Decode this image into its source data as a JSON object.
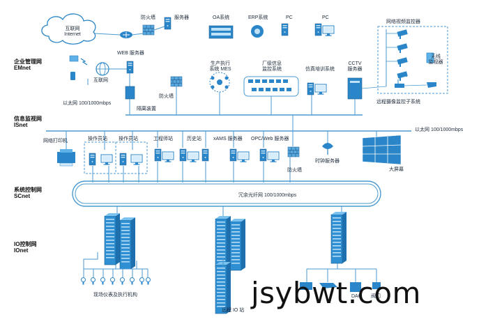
{
  "zones": [
    {
      "cn": "企业管理网",
      "en": "EMnet"
    },
    {
      "cn": "信息监视网",
      "en": "ISnet"
    },
    {
      "cn": "系统控制网",
      "en": "SCnet"
    },
    {
      "cn": "IO控制网",
      "en": "IOnet"
    }
  ],
  "labels": {
    "internet_cn": "互联网",
    "internet_en": "Internet",
    "firewall_top": "防火墙",
    "server_top": "服务器",
    "oa": "OA系统",
    "erp": "ERP系统",
    "pc1": "PC",
    "pc2": "PC",
    "wireless_video": "网络视频监控器",
    "wireless": "无线\n监视器",
    "web_server": "WEB 服务器",
    "internet2": "互联网",
    "mes": "生产执行\n系统 MES",
    "plant_monitor": "厂级信息\n监控系统",
    "sim_train": "仿真培训系统",
    "cctv": "CCTV\n服务器",
    "ethernet1": "以太网 100/1000mbps",
    "firewall2": "防火墙",
    "isolation": "隔离装置",
    "remote_sub": "远程摄像监控子系统",
    "ethernet2": "以太网 100/1000mbps",
    "printer": "网络打印机",
    "op_station1": "操作员站",
    "op_station2": "操作员站",
    "eng_station": "工程师站",
    "hist_station": "历史站",
    "xams": "xAMS 服务器",
    "opc_web": "OPC/Web 服务器",
    "firewall3": "防火墙",
    "time_server": "时钟服务器",
    "big_screen": "大屏幕",
    "ring": "冗余光纤网 100/1000mbps",
    "field_instr": "现场仪表及执行机构",
    "remote_io": "远程 IO 站",
    "dao": "DAO",
    "valve": "阀门"
  },
  "watermark": "jsybwt.com",
  "colors": {
    "line": "#4a9ad0",
    "device": "#2a86c8",
    "device_light": "#5fb2e8",
    "cabinet": "#2f8fd3",
    "text": "#1d2a3a"
  }
}
